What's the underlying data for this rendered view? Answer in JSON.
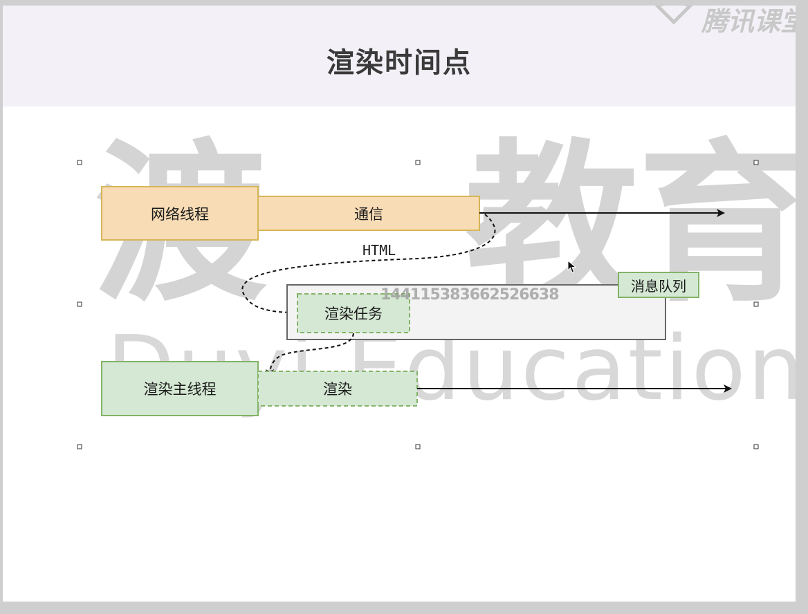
{
  "slide": {
    "title": "渲染时间点"
  },
  "watermark": {
    "chinese_left": "渡",
    "chinese_right": "教育",
    "english": "Duyi Education",
    "user_id": "14411538366252663​8",
    "brand": "腾讯课堂"
  },
  "diagram": {
    "network_thread": "网络线程",
    "communication": "通信",
    "html_label": "HTML",
    "message_queue": "消息队列",
    "render_task": "渲染任务",
    "render_main_thread": "渲染主线程",
    "render": "渲染"
  },
  "colors": {
    "orange_fill": "#f8dcb6",
    "orange_border": "#d6b656",
    "green_fill": "#d5e8d4",
    "green_border": "#82b366",
    "queue_fill": "#f3f3f3",
    "queue_border": "#666666",
    "header_bg": "#f3f1f7"
  }
}
